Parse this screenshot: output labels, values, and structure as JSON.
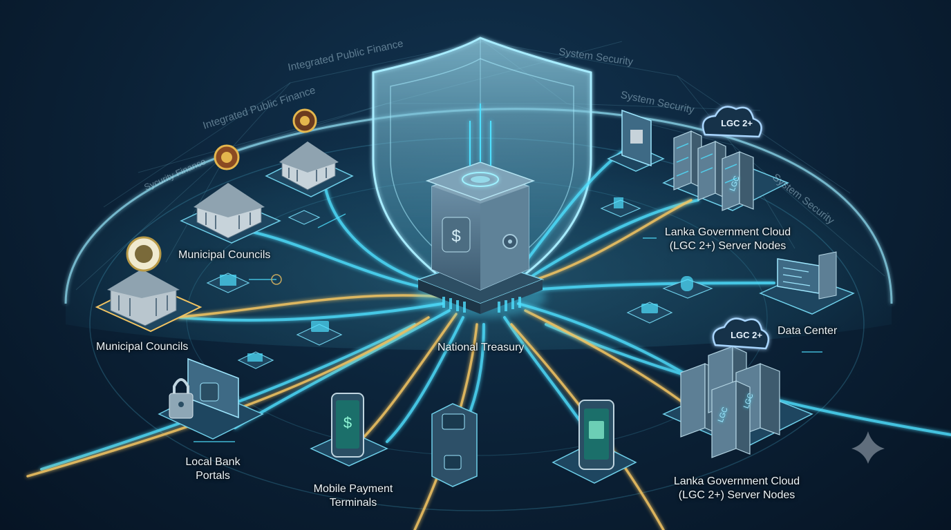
{
  "dome_text": {
    "integrated_1": "Integrated Public Finance",
    "integrated_2": "Integrated Public Finance",
    "security_finance": "Sycurity Finance",
    "system_security_1": "System Security",
    "system_security_2": "System Security",
    "system_security_3": "System Security"
  },
  "nodes": {
    "treasury": "National Treasury",
    "municipal_1": "Municipal Councils",
    "municipal_2": "Municipal Councils",
    "bank_line1": "Local Bank",
    "bank_line2": "Portals",
    "mobile_line1": "Mobile Payment",
    "mobile_line2": "Terminals",
    "lgc_top_line1": "Lanka Government Cloud",
    "lgc_top_line2": "(LGC 2+) Server Nodes",
    "lgc_bottom_line1": "Lanka Government Cloud",
    "lgc_bottom_line2": "(LGC 2+) Server Nodes",
    "data_center": "Data Center"
  },
  "badges": {
    "cloud_top": "LGC 2+",
    "cloud_bottom": "LGC 2+",
    "rack_1": "LGC",
    "rack_2": "LGC",
    "rack_3": "LGC"
  },
  "icons": {
    "treasury_safe": "dollar-safe-icon",
    "shield": "shield-icon",
    "mobile_phone": "dollar-phone-icon",
    "bank_lock": "padlock-icon",
    "cloud": "cloud-icon",
    "server": "server-rack-icon",
    "government_building": "building-icon",
    "emblem": "seal-icon",
    "sparkle": "sparkle-icon"
  },
  "colors": {
    "background": "#0b2136",
    "cyan_stream": "#4fe0ff",
    "gold_stream": "#f2c462",
    "dome_edge": "#8fdcf0",
    "node_platform": "#1e4660"
  }
}
